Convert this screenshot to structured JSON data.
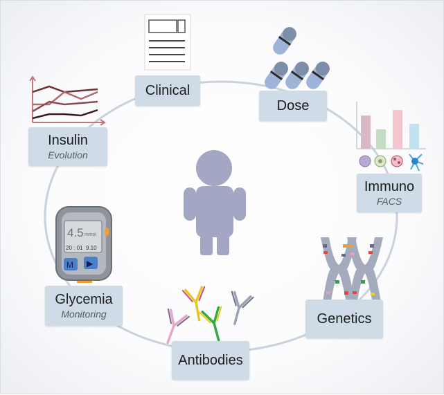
{
  "nodes": {
    "clinical": {
      "label": "Clinical"
    },
    "dose": {
      "label": "Dose"
    },
    "immuno": {
      "label": "Immuno",
      "sub": "FACS"
    },
    "genetics": {
      "label": "Genetics"
    },
    "antibodies": {
      "label": "Antibodies"
    },
    "glycemia": {
      "label": "Glycemia",
      "sub": "Monitoring"
    },
    "insulin": {
      "label": "Insulin",
      "sub": "Evolution"
    }
  },
  "glucometer": {
    "reading": "4.5",
    "unit": "mmol",
    "time": "20 : 01",
    "date": "9.10",
    "button_left": "M",
    "button_right": "▶"
  },
  "colors": {
    "box": "#cfdbe6",
    "ring": "#c8d2dc",
    "person": "#a3a7c4"
  }
}
